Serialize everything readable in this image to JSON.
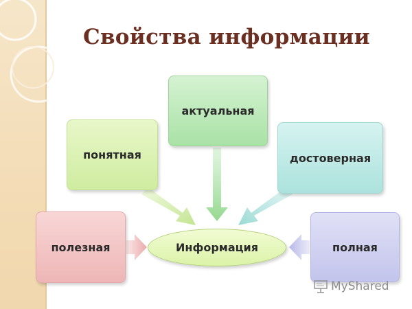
{
  "title": "Свойства  информации",
  "center": {
    "label": "Информация"
  },
  "nodes": {
    "aktualnaya": "актуальная",
    "ponyatnaya": "понятная",
    "dostovernaya": "достоверная",
    "poleznaya": "полезная",
    "polnaya": "полная"
  },
  "watermark": {
    "text": "MyShared",
    "icon": "presentation-board-icon"
  },
  "colors": {
    "title": "#6b2f22",
    "aktualnaya": "#a9e2a6",
    "ponyatnaya": "#cfeca0",
    "dostovernaya": "#ace2dd",
    "poleznaya": "#eeb6b6",
    "polnaya": "#c3c4ec",
    "center": "#dbf3a8"
  }
}
